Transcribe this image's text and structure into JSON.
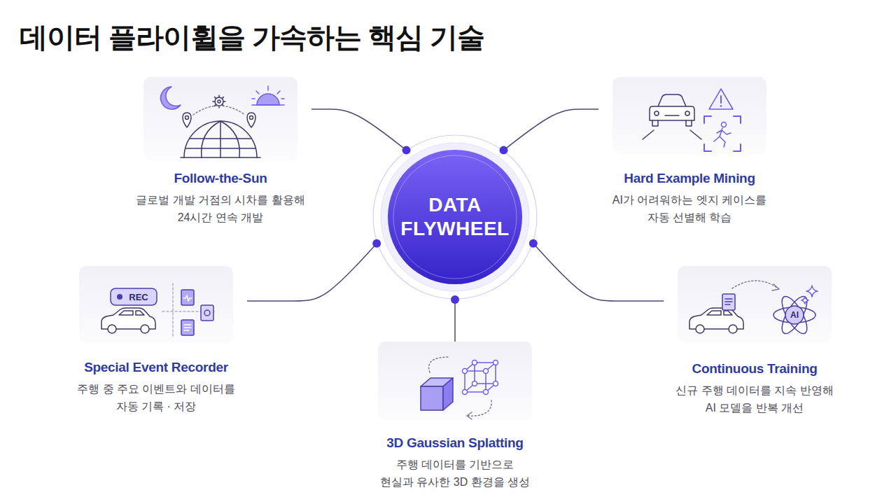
{
  "diagram": {
    "title": "데이터 플라이휠을 가속하는 핵심 기술",
    "nodes": [
      {
        "text": [
          "Follow-the-Sun",
          "글로벌 개발 거점의 시차를 활용해 24시간 연속 개발"
        ]
      },
      {
        "text": [
          "Hard Example Mining",
          "AI가 어려워하는 엣지 케이스를 자동 선별해 학습"
        ]
      },
      {
        "text": [
          "DATA FLYWHEEL"
        ]
      },
      {
        "text": [
          "Special Event Recorder",
          "주행 중 주요 이벤트와 데이터를 자동 기록 · 저장"
        ]
      },
      {
        "text": [
          "Continuous Training",
          "신규 주행 데이터를 지속 반영해 AI 모델을 반복 개선"
        ]
      },
      {
        "text": [
          "3D Gaussian Splatting",
          "주행 데이터를 기반으로 현실과 유사한 3D 환경을 생성"
        ]
      }
    ],
    "edges": [
      {
        "from": 2,
        "to": 0,
        "arrow": "none"
      },
      {
        "from": 2,
        "to": 1,
        "arrow": "none"
      },
      {
        "from": 2,
        "to": 3,
        "arrow": "none"
      },
      {
        "from": 2,
        "to": 4,
        "arrow": "none"
      },
      {
        "from": 2,
        "to": 5,
        "arrow": "none"
      }
    ],
    "labels": [
      "REC",
      "AI"
    ]
  }
}
